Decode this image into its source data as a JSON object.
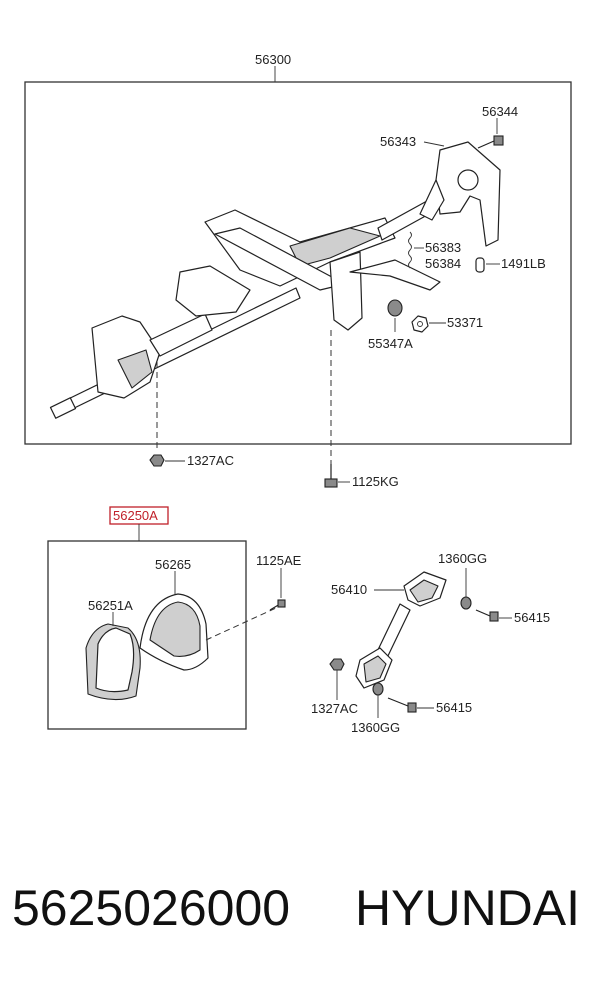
{
  "labels": {
    "l56300": "56300",
    "l56344": "56344",
    "l56343": "56343",
    "l56383": "56383",
    "l56384": "56384",
    "l1491lb": "1491LB",
    "l53371": "53371",
    "l55347a": "55347A",
    "l1327ac_top": "1327AC",
    "l1125kg": "1125KG",
    "l56250a": "56250A",
    "l56265": "56265",
    "l56251a": "56251A",
    "l1125ae": "1125AE",
    "l1360gg_top": "1360GG",
    "l56410": "56410",
    "l56415_top": "56415",
    "l1327ac_bottom": "1327AC",
    "l56415_bottom": "56415",
    "l1360gg_bottom": "1360GG"
  },
  "caption": {
    "part_number": "5625026000",
    "brand": "HYUNDAI"
  },
  "colors": {
    "highlight": "#c0202a",
    "line": "#222222"
  }
}
